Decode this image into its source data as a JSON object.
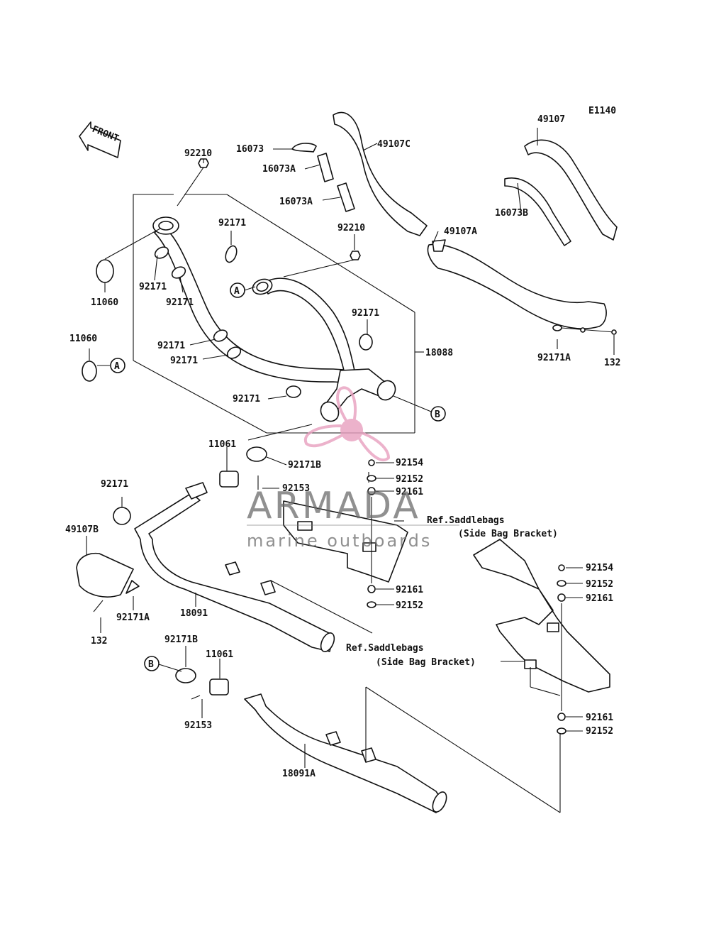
{
  "diagram_code": "E1140",
  "front_label": "FRONT",
  "parts": {
    "p92210a": "92210",
    "p16073": "16073",
    "p49107c": "49107C",
    "p16073a1": "16073A",
    "p16073a2": "16073A",
    "p49107": "49107",
    "p16073b": "16073B",
    "p49107a": "49107A",
    "p92171a": "92171",
    "p92210b": "92210",
    "p11060a": "11060",
    "p92171b": "92171",
    "p92171c": "92171",
    "p92171d": "92171",
    "p11060b": "11060",
    "p92171e": "92171",
    "p92171f": "92171",
    "p92171g": "92171",
    "p18088": "18088",
    "p92171ah": "92171A",
    "p132a": "132",
    "p11061a": "11061",
    "p92171ba": "92171B",
    "p92154a": "92154",
    "p92152a": "92152",
    "p92153a": "92153",
    "p92161a": "92161",
    "p92171h": "92171",
    "p49107b": "49107B",
    "p18091": "18091",
    "p92171ai": "92171A",
    "p132b": "132",
    "p92161b": "92161",
    "p92152b": "92152",
    "p92154b": "92154",
    "p92152c": "92152",
    "p92161c": "92161",
    "p92171bb": "92171B",
    "p11061b": "11061",
    "p92153b": "92153",
    "p18091a": "18091A",
    "p92161d": "92161",
    "p92152d": "92152"
  },
  "references": {
    "ref1_line1": "Ref.Saddlebags",
    "ref1_line2": "(Side Bag Bracket)",
    "ref2_line1": "Ref.Saddlebags",
    "ref2_line2": "(Side Bag Bracket)"
  },
  "callouts": {
    "a1": "A",
    "a2": "A",
    "b1": "B",
    "b2": "B"
  },
  "watermark": {
    "brand": "ARMADA",
    "tagline": "marine outboards",
    "logo_color": "#e8a0bf",
    "text_color": "#6b6b6b"
  }
}
